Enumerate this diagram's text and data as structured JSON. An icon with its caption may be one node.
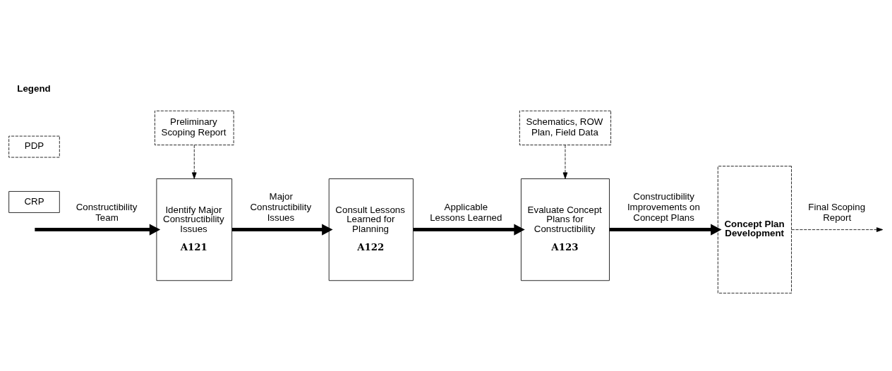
{
  "diagram": {
    "nodes": [
      {
        "text": [
          "Preliminary Scoping Report"
        ]
      },
      {
        "text": [
          "Identify Major Constructibility Issues",
          "A121"
        ]
      },
      {
        "text": [
          "Consult Lessons Learned for Planning",
          "A122"
        ]
      },
      {
        "text": [
          "Schematics, ROW Plan, Field Data"
        ]
      },
      {
        "text": [
          "Evaluate Concept Plans for Constructibility",
          "A123"
        ]
      },
      {
        "text": [
          "Concept Plan Development"
        ]
      }
    ],
    "edges": [
      {
        "from": null,
        "to": 1,
        "arrow": "to",
        "label": "Constructibility Team"
      },
      {
        "from": 0,
        "to": 1,
        "arrow": "to",
        "style": "dashed"
      },
      {
        "from": 1,
        "to": 2,
        "arrow": "to",
        "label": "Major Constructibility Issues"
      },
      {
        "from": 2,
        "to": 4,
        "arrow": "to",
        "label": "Applicable Lessons Learned"
      },
      {
        "from": 3,
        "to": 4,
        "arrow": "to",
        "style": "dashed"
      },
      {
        "from": 4,
        "to": 5,
        "arrow": "to",
        "label": "Constructibility Improvements on Concept Plans"
      },
      {
        "from": 5,
        "to": null,
        "arrow": "to",
        "label": "Final Scoping Report",
        "style": "dashed"
      }
    ],
    "labels": [
      "Legend"
    ],
    "legend": [
      {
        "text": "PDP"
      },
      {
        "text": "CRP"
      }
    ]
  }
}
